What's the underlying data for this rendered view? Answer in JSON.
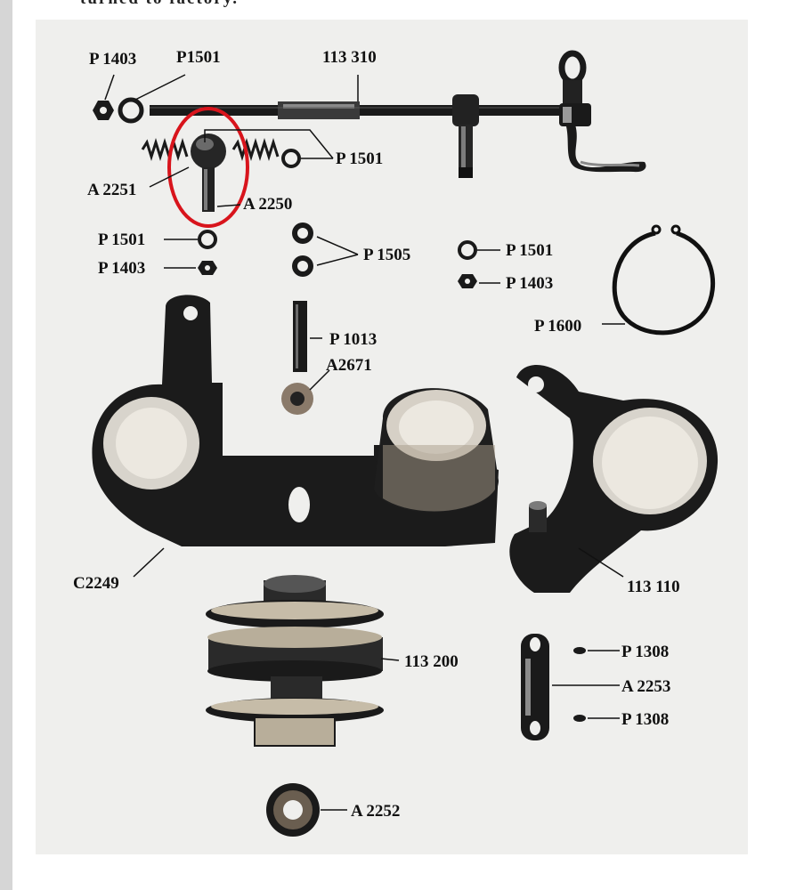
{
  "page": {
    "top_text": "turned to factory.",
    "highlight_color": "#d8141c"
  },
  "labels": {
    "p1403_top": "P 1403",
    "p1501_top": "P1501",
    "rod_113310": "113 310",
    "p1501_right": "P 1501",
    "a2251": "A 2251",
    "a2250": "A 2250",
    "p1501_left": "P 1501",
    "p1403_left": "P 1403",
    "p1505": "P 1505",
    "p1501_mid": "P 1501",
    "p1403_mid": "P 1403",
    "p1600": "P 1600",
    "p1013": "P 1013",
    "a2671": "A2671",
    "c2249": "C2249",
    "arm_113110": "113 110",
    "pulley_113200": "113 200",
    "p1308_top": "P 1308",
    "a2253": "A 2253",
    "p1308_bottom": "P 1308",
    "a2252": "A 2252"
  }
}
